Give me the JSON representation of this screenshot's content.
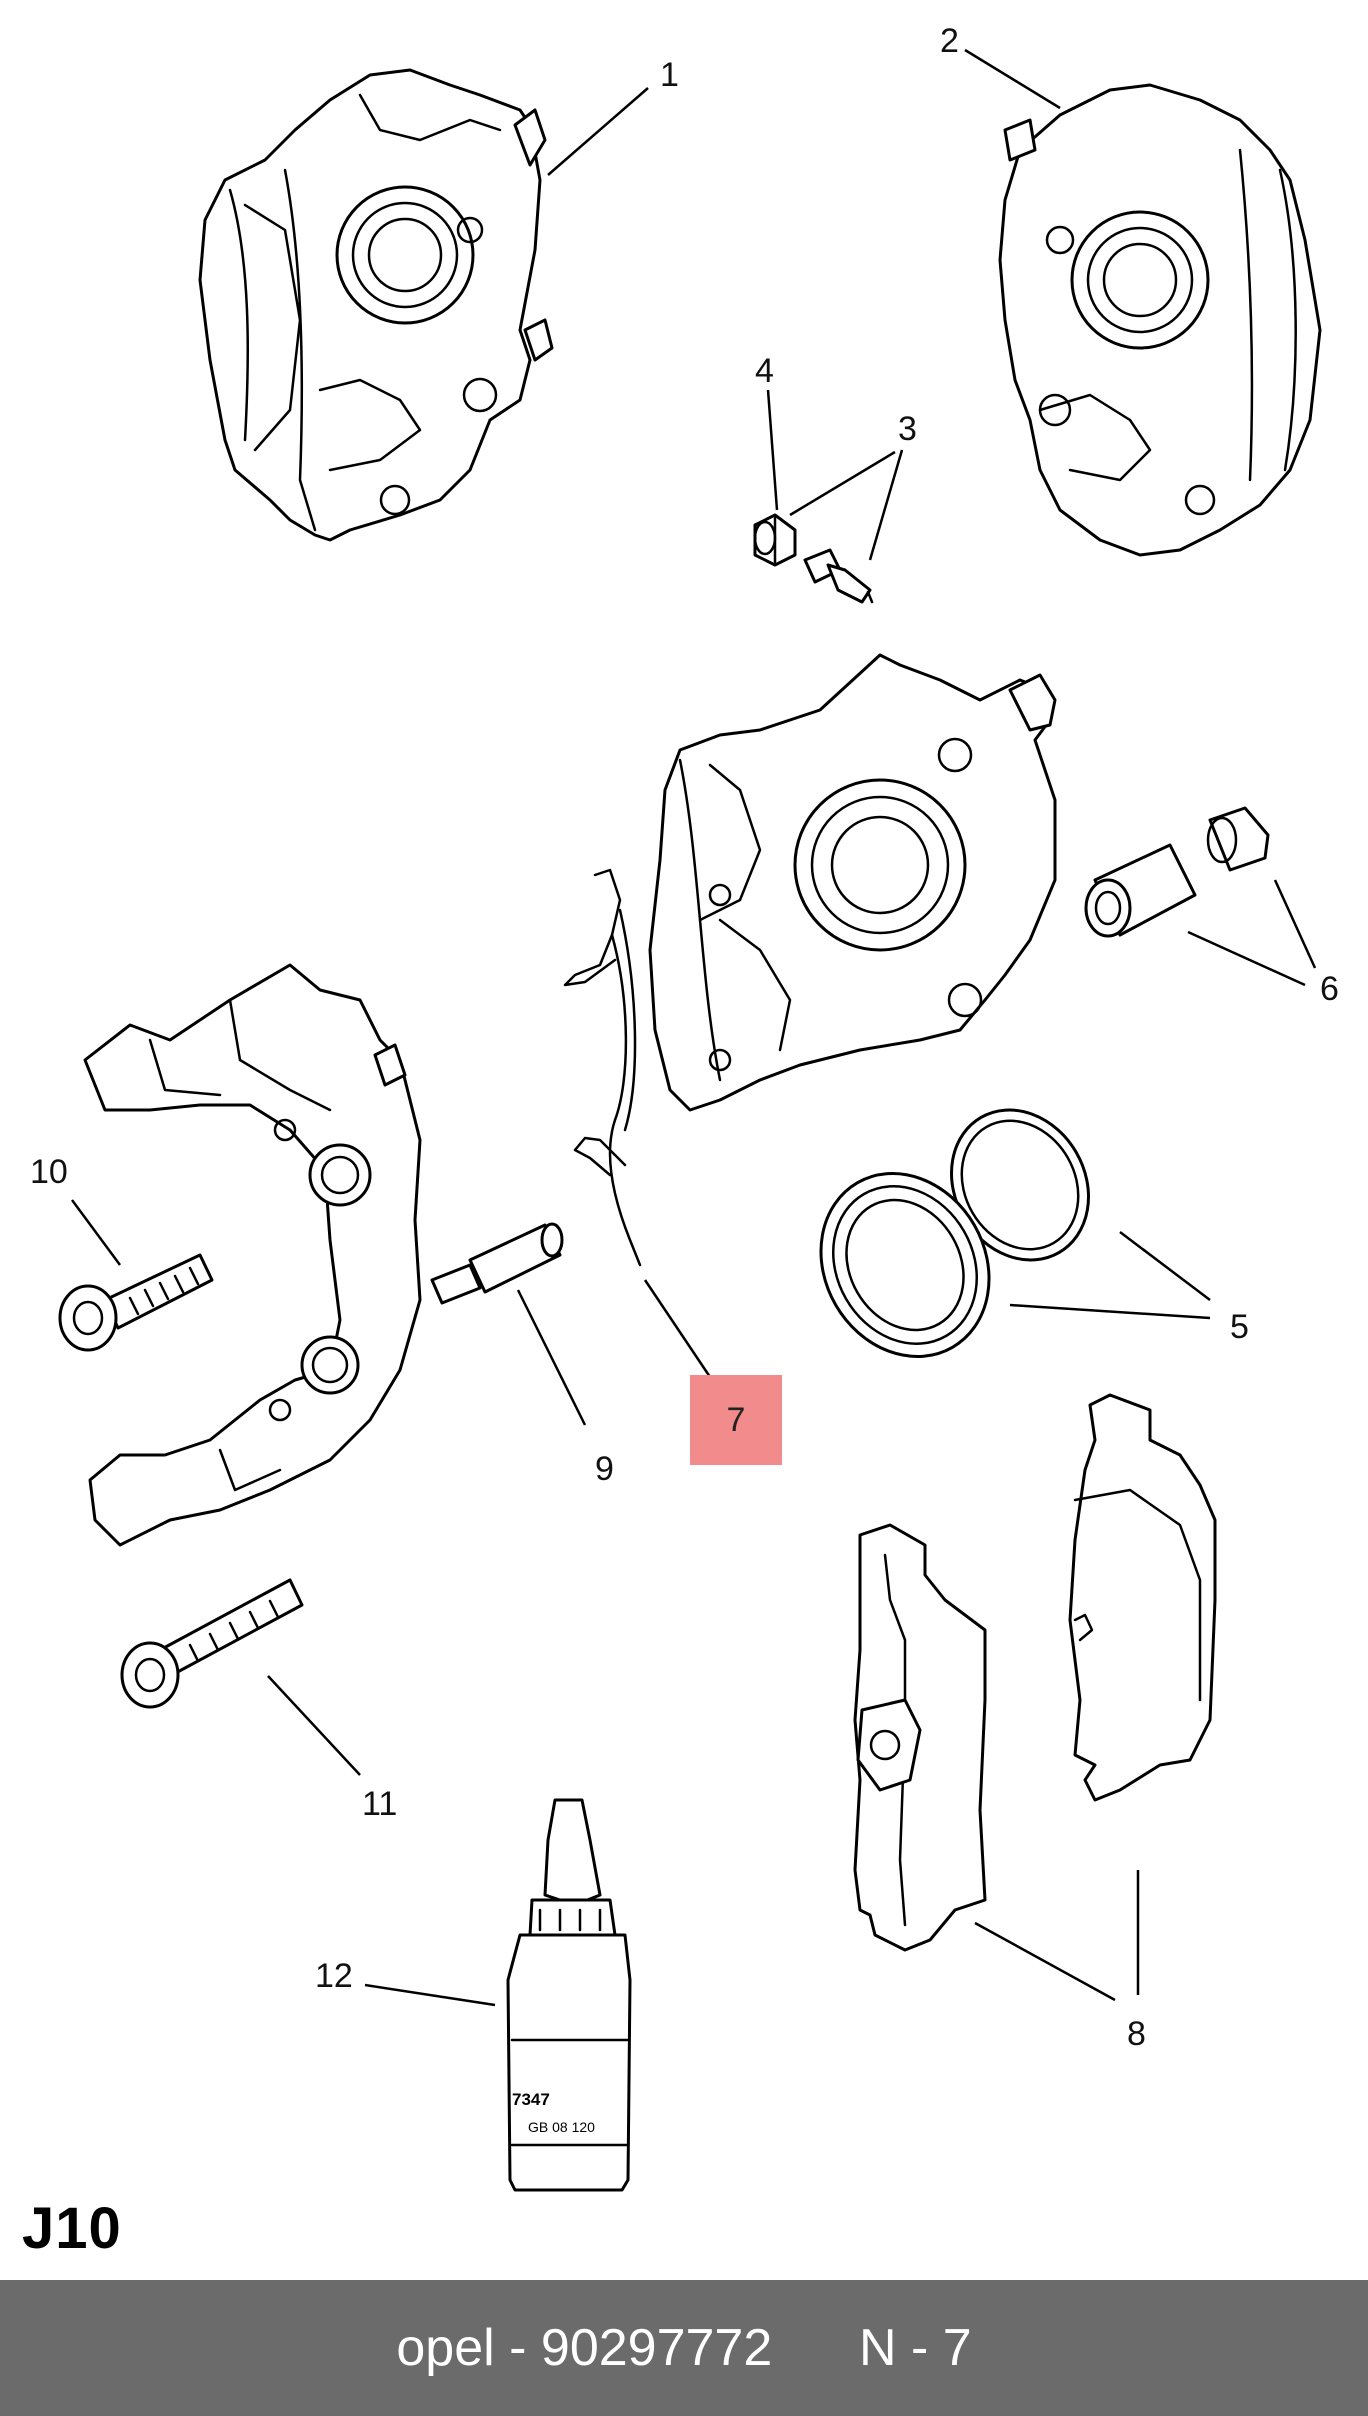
{
  "diagram": {
    "reference_code": "J10",
    "callouts": {
      "c1": "1",
      "c2": "2",
      "c3": "3",
      "c4": "4",
      "c5": "5",
      "c6": "6",
      "c7": "7",
      "c8": "8",
      "c9": "9",
      "c10": "10",
      "c11": "11",
      "c12": "12"
    },
    "highlighted_callout": "7",
    "bottle_label": {
      "line1": "7347",
      "line2": "GB 08 120"
    }
  },
  "footer": {
    "brand": "opel",
    "part_number": "90297772",
    "position": "N - 7",
    "text": "opel - 90297772      N - 7"
  },
  "colors": {
    "highlight": "#f28b8b",
    "footer_background": "#6b6b6b",
    "footer_text": "#ffffff",
    "line_art": "#000000"
  }
}
